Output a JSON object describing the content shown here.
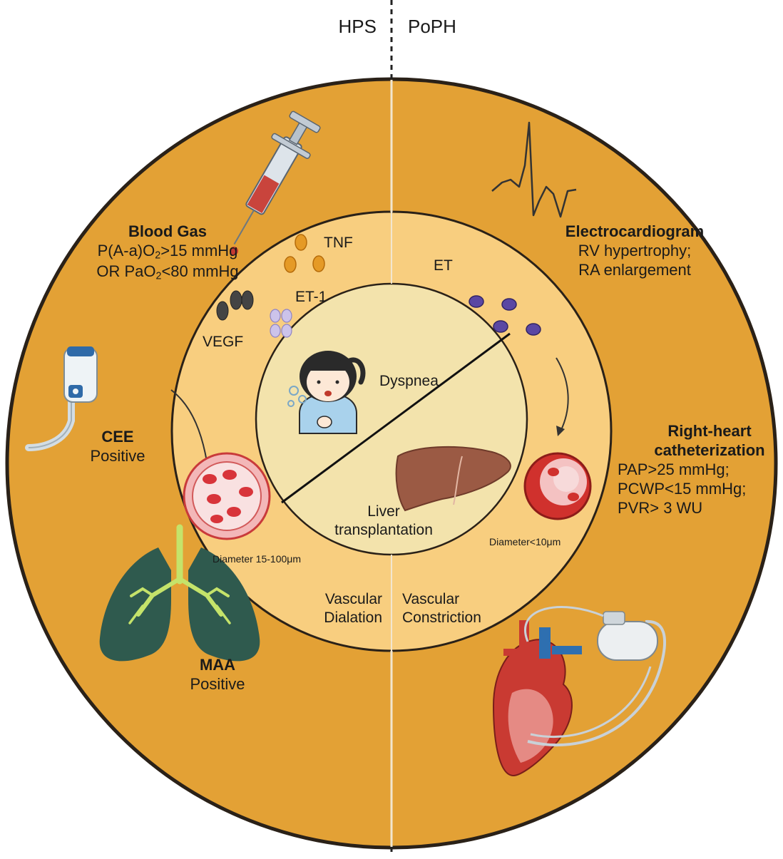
{
  "header": {
    "left": "HPS",
    "right": "PoPH"
  },
  "hps": {
    "blood_gas": {
      "title": "Blood Gas",
      "line1_a": "P(A-a)O",
      "line1_sub": "2",
      "line1_b": ">15 mmHg",
      "line2_a": "OR PaO",
      "line2_sub": "2",
      "line2_b": "<80 mmHg"
    },
    "cee": {
      "title": "CEE",
      "value": "Positive"
    },
    "maa": {
      "title": "MAA",
      "value": "Positive"
    },
    "mediators": {
      "tnf": "TNF",
      "et1": "ET-1",
      "vegf": "VEGF"
    },
    "diameter": "Diameter 15-100μm",
    "vascular": {
      "line1": "Vascular",
      "line2": "Dialation"
    }
  },
  "poph": {
    "ecg": {
      "title": "Electrocardiogram",
      "line1": "RV hypertrophy;",
      "line2": "RA enlargement"
    },
    "rhc": {
      "title_line1": "Right-heart",
      "title_line2": "catheterization",
      "line1": "PAP>25 mmHg;",
      "line2": "PCWP<15 mmHg;",
      "line3": "PVR> 3 WU"
    },
    "mediators": {
      "et": "ET"
    },
    "diameter": "Diameter<10μm",
    "vascular": {
      "line1": "Vascular",
      "line2": "Constriction"
    }
  },
  "center": {
    "symptom": "Dyspnea",
    "treatment_line1": "Liver",
    "treatment_line2": "transplantation"
  },
  "colors": {
    "outer": "#E3A135",
    "middle": "#F8CE7F",
    "inner": "#F3E3AC",
    "outline": "#2a2118"
  }
}
